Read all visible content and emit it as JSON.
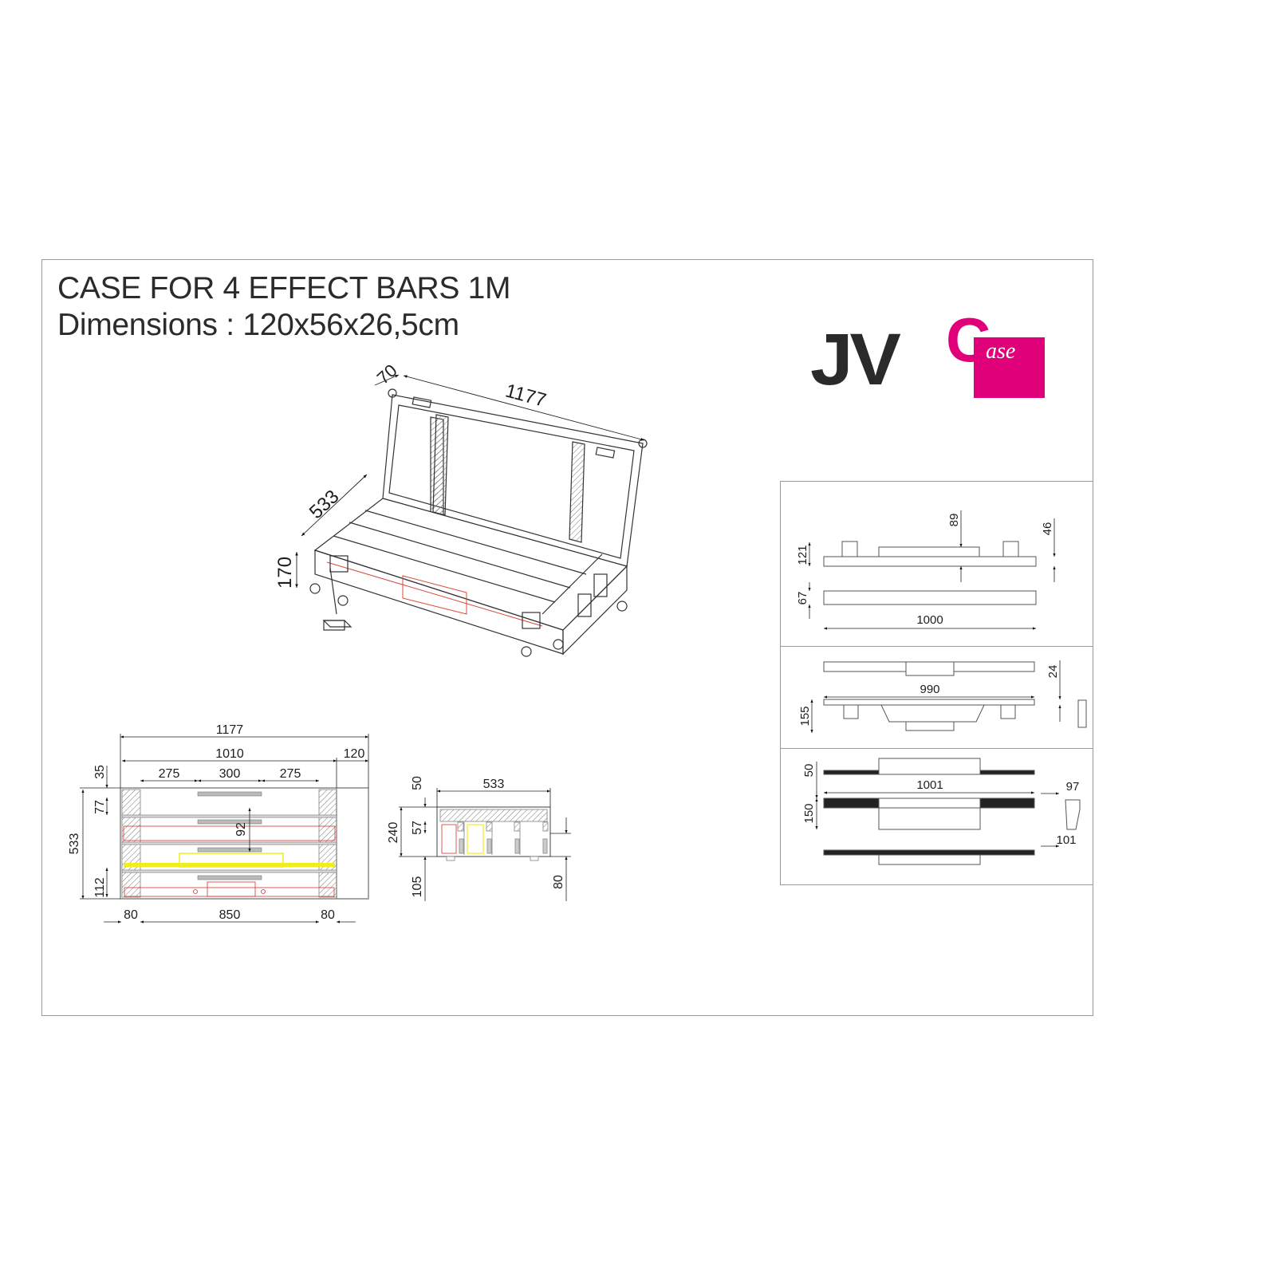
{
  "document": {
    "title_line1": "CASE FOR 4 EFFECT BARS 1M",
    "title_line2": "Dimensions : 120x56x26,5cm"
  },
  "logo": {
    "wordmark": "JV",
    "c_letter": "C",
    "suffix": "ase",
    "brand_color": "#e0007a",
    "text_color": "#2a2a2a"
  },
  "isometric_view": {
    "dims": {
      "lid_depth": "70",
      "length": "1177",
      "width": "533",
      "height": "170"
    }
  },
  "top_view": {
    "dims": {
      "overall_length": "1177",
      "inner_length": "1010",
      "end_compartment": "120",
      "top_offset": "35",
      "left_section": "275",
      "middle_section": "300",
      "right_section": "275",
      "row_height": "77",
      "row_spacing": "92",
      "depth": "533",
      "bottom_row": "112",
      "left_block": "80",
      "bar_length": "850",
      "right_block": "80"
    },
    "colors": {
      "highlight_red": "#d9302c",
      "highlight_yellow": "#f2ee1c"
    }
  },
  "section_view": {
    "dims": {
      "width": "533",
      "lid_foam": "50",
      "inner_height": "240",
      "upper_gap": "57",
      "lower_foam": "105",
      "right_gap": "80"
    }
  },
  "product_views": {
    "panel1": {
      "height_total": "121",
      "bracket_height": "89",
      "body_height": "46",
      "side_height": "67",
      "length": "1000"
    },
    "panel2": {
      "length": "990",
      "top_thickness": "24",
      "height": "155"
    },
    "panel3": {
      "top_height": "50",
      "length": "1001",
      "height": "150",
      "side_depth": "97",
      "side_width": "101"
    }
  }
}
